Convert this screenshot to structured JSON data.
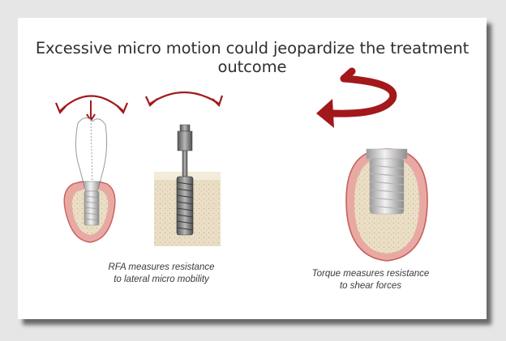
{
  "title": "Excessive micro motion could jeopardize the treatment outcome",
  "captions": {
    "rfa_line1": "RFA measures resistance",
    "rfa_line2": "to lateral micro mobility",
    "torque_line1": "Torque measures resistance",
    "torque_line2": "to shear forces"
  },
  "colors": {
    "arrow_red": "#a3181c",
    "gum_pink": "#e8a9a4",
    "gum_outline": "#c9605a",
    "bone_beige": "#e8dcc2",
    "implant_gray": "#bdbdbd"
  },
  "icons": [
    "lateral-arrow-icon",
    "rotation-arrow-icon",
    "implant-crown-icon",
    "implant-in-bone-icon",
    "implant-cross-section-icon"
  ]
}
